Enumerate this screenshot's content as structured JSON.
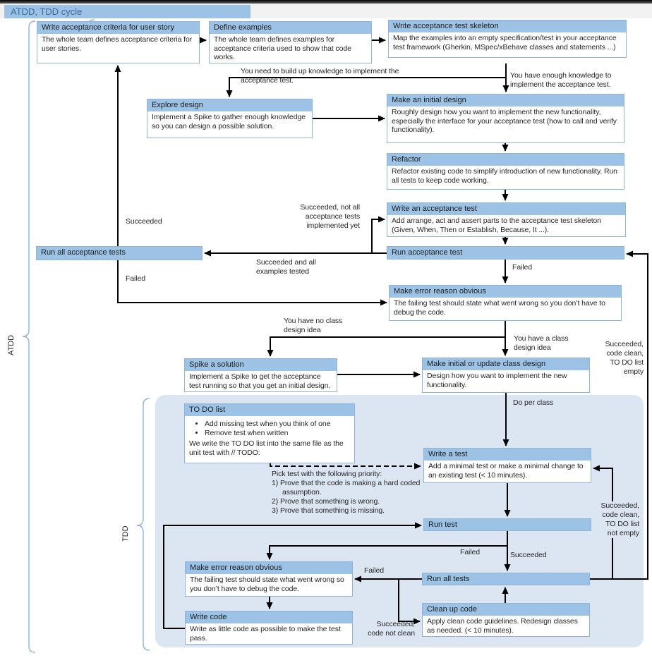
{
  "title": "ATDD, TDD cycle",
  "groups": {
    "atdd": "ATDD",
    "tdd": "TDD"
  },
  "colors": {
    "accent": "#9cc3e5",
    "region": "#dce6f2",
    "brace": "#8fb4da",
    "arrow": "#000000"
  },
  "nodes": {
    "write_acceptance_criteria": {
      "title": "Write acceptance criteria for user story",
      "body": "The whole team defines acceptance criteria for user stories."
    },
    "define_examples": {
      "title": "Define examples",
      "body": "The whole team defines examples for acceptance criteria used to show that code works."
    },
    "write_acceptance_test_skeleton": {
      "title": "Write acceptance test skeleton",
      "body": "Map the examples into an empty specification/test in your acceptance test framework (Gherkin, MSpec/xBehave classes and statements ...)"
    },
    "explore_design": {
      "title": "Explore design",
      "body": "Implement a Spike to gather enough knowledge so you can design a possible solution."
    },
    "make_initial_design": {
      "title": "Make an initial design",
      "body": "Roughly design how you want to implement the new functionality, especially the interface for your acceptance test (how to call and verify functionality)."
    },
    "refactor": {
      "title": "Refactor",
      "body": "Refactor existing code to simplify introduction of new functionality. Run all tests to keep code working."
    },
    "write_acceptance_test": {
      "title": "Write an acceptance test",
      "body": "Add arrange, act and assert parts to the acceptance test skeleton (Given, When, Then or Establish, Because, It ...)."
    },
    "run_acceptance_test": {
      "title": "Run acceptance test"
    },
    "run_all_acceptance_tests": {
      "title": "Run all acceptance tests"
    },
    "make_error_reason_obvious_1": {
      "title": "Make error reason obvious",
      "body": "The failing test should state what went wrong so you don’t have to debug the code."
    },
    "spike_a_solution": {
      "title": "Spike a solution",
      "body": "Implement a Spike to get the acceptance test running so that you get an initial design."
    },
    "make_update_class_design": {
      "title": "Make initial or update class design",
      "body": "Design how you want to implement the new functionality."
    },
    "todo_list": {
      "title": "TO DO list",
      "bullets": [
        "Add missing test when you think of one",
        "Remove test when written"
      ],
      "note": "We write the TO DO list into the same file as the unit test with // TODO:"
    },
    "write_a_test": {
      "title": "Write a test",
      "body": "Add a minimal test or make a minimal change to an existing test (< 10 minutes)."
    },
    "run_test": {
      "title": "Run test"
    },
    "make_error_reason_obvious_2": {
      "title": "Make error reason obvious",
      "body": "The failing test should state what went wrong so you don’t have to debug the code."
    },
    "write_code": {
      "title": "Write code",
      "body": "Write as little code as possible to make the test pass."
    },
    "run_all_tests": {
      "title": "Run all tests"
    },
    "clean_up_code": {
      "title": "Clean up code",
      "body": "Apply clean code guidelines. Redesign classes as needed. (< 10 minutes)."
    }
  },
  "labels": {
    "build_knowledge": "You need to build up knowledge to implement the acceptance test.",
    "enough_knowledge": "You have enough knowledge to implement the acceptance test.",
    "succeeded_top": "Succeeded",
    "failed_left": "Failed",
    "succeeded_not_all": [
      "Succeeded, not all",
      "acceptance tests",
      "implemented yet"
    ],
    "succeeded_all": [
      "Succeeded and all",
      "examples tested"
    ],
    "failed_rat": "Failed",
    "no_class_idea": [
      "You have no class",
      "design idea"
    ],
    "class_idea": [
      "You have a class",
      "design idea"
    ],
    "succ_clean_empty": [
      "Succeeded,",
      "code clean,",
      "TO DO list",
      "empty"
    ],
    "do_per_class": "Do per class",
    "pick_priority": {
      "intro": "Pick test with the following priority:",
      "items": [
        "1) Prove that the code is making a hard coded assumption.",
        "2) Prove that something is wrong.",
        "3) Prove that something is missing."
      ]
    },
    "failed_runtest": "Failed",
    "succeeded_runtest": "Succeeded",
    "failed_runalltests": "Failed",
    "succ_clean_notempty": [
      "Succeeded,",
      "code clean,",
      "TO DO list",
      "not empty"
    ],
    "succ_not_clean": [
      "Succeeded,",
      "code not clean"
    ]
  }
}
